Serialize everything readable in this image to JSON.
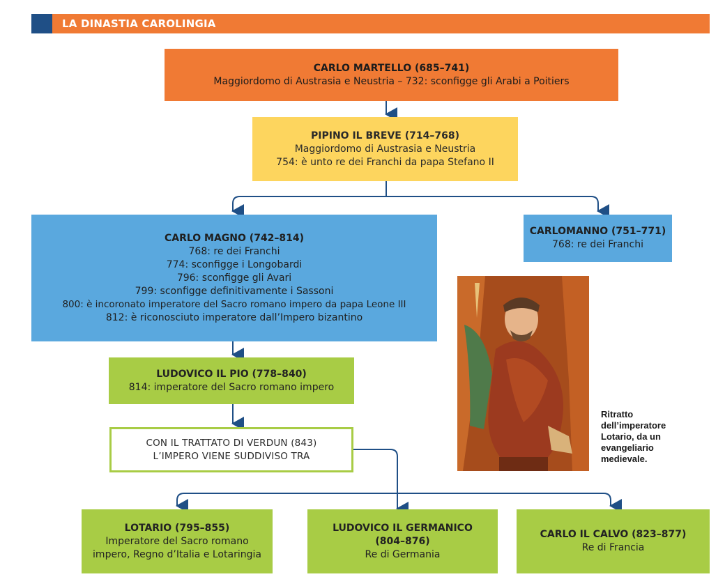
{
  "header": {
    "title": "LA DINASTIA CAROLINGIA"
  },
  "nodes": {
    "carlo_martello": {
      "name": "CARLO MARTELLO (685–741)",
      "lines": [
        "Maggiordomo di Austrasia e Neustria – 732: sconfigge gli Arabi a Poitiers"
      ]
    },
    "pipino": {
      "name": "PIPINO IL BREVE (714–768)",
      "lines": [
        "Maggiordomo di Austrasia e Neustria",
        "754: è unto re dei Franchi da papa Stefano II"
      ]
    },
    "carlo_magno": {
      "name": "CARLO MAGNO (742–814)",
      "lines": [
        "768: re dei Franchi",
        "774: sconfigge i Longobardi",
        "796: sconfigge gli Avari",
        "799: sconfigge definitivamente i Sassoni",
        "800: è incoronato imperatore del Sacro romano impero da papa Leone III",
        "812: è riconosciuto imperatore dall’Impero bizantino"
      ]
    },
    "carlomanno": {
      "name": "CARLOMANNO (751–771)",
      "lines": [
        "768: re dei Franchi"
      ]
    },
    "ludovico_pio": {
      "name": "LUDOVICO IL PIO (778–840)",
      "lines": [
        "814: imperatore del Sacro romano impero"
      ]
    },
    "verdun": {
      "lines": [
        "CON IL TRATTATO DI VERDUN (843)",
        "L’IMPERO VIENE SUDDIVISO TRA"
      ]
    },
    "lotario": {
      "name": "LOTARIO (795–855)",
      "lines": [
        "Imperatore del Sacro romano",
        "impero, Regno d’Italia e Lotaringia"
      ]
    },
    "ludovico_germanico": {
      "name_lines": [
        "LUDOVICO IL GERMANICO",
        "(804–876)"
      ],
      "lines": [
        "Re di Germania"
      ]
    },
    "carlo_calvo": {
      "name": "CARLO IL CALVO (823–877)",
      "lines": [
        "Re di Francia"
      ]
    }
  },
  "caption": {
    "lines": [
      "Ritratto",
      "dell’imperatore",
      "Lotario, da un",
      "evangeliario",
      "medievale."
    ]
  },
  "colors": {
    "orange": "#f07a34",
    "yellow": "#fdd55e",
    "blue": "#5aa8de",
    "green": "#a8cc45",
    "connector": "#1f4f86"
  }
}
